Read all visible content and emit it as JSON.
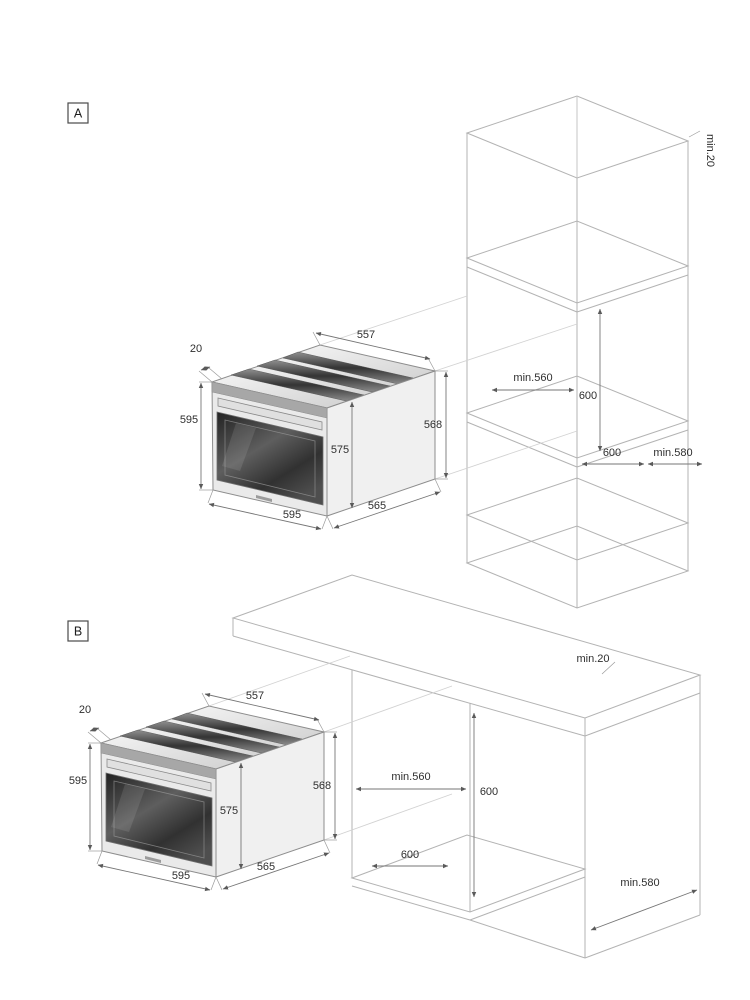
{
  "figure": {
    "background": "#ffffff",
    "line_color": "#b3b3b3",
    "dimension_line_color": "#767676",
    "text_color": "#2f2f2f"
  },
  "section_a": {
    "label": "A",
    "oven_dims": {
      "frame_lip": "20",
      "top_width": "557",
      "height": "595",
      "body_height": "575",
      "rear_height": "568",
      "width": "595",
      "depth": "565"
    },
    "niche_dims": {
      "width": "min.560",
      "height": "600",
      "floor_depth": "600",
      "min_depth": "min.580",
      "top_clearance": "min.20"
    }
  },
  "section_b": {
    "label": "B",
    "oven_dims": {
      "frame_lip": "20",
      "top_width": "557",
      "height": "595",
      "body_height": "575",
      "rear_height": "568",
      "width": "595",
      "depth": "565"
    },
    "niche_dims": {
      "width": "min.560",
      "height": "600",
      "floor_depth": "600",
      "min_depth": "min.580",
      "top_clearance": "min.20"
    }
  }
}
